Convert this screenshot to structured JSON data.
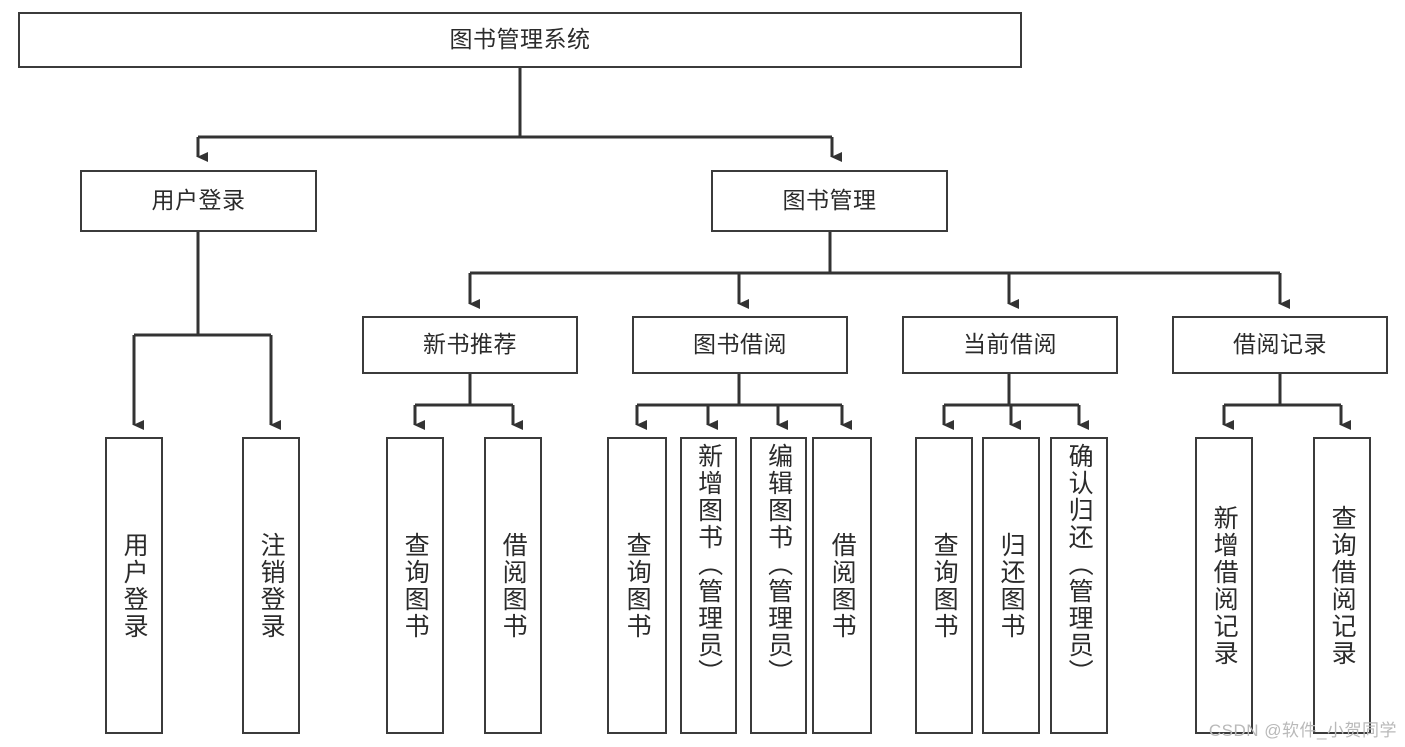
{
  "diagram": {
    "title": "图书管理系统",
    "type": "tree",
    "watermark": "CSDN @软件_小贺同学",
    "colors": {
      "background": "#ffffff",
      "node_border": "#3b3b3b",
      "node_fill": "#ffffff",
      "edge": "#333333",
      "text": "#2b2b2b",
      "watermark": "#b9b9b9"
    },
    "nodes": {
      "root": {
        "label": "图书管理系统"
      },
      "level2": [
        {
          "id": "user-login",
          "label": "用户登录"
        },
        {
          "id": "book-manage",
          "label": "图书管理"
        }
      ],
      "level3": [
        {
          "id": "new-book-recommend",
          "label": "新书推荐"
        },
        {
          "id": "book-borrow",
          "label": "图书借阅"
        },
        {
          "id": "current-borrow",
          "label": "当前借阅"
        },
        {
          "id": "borrow-record",
          "label": "借阅记录"
        }
      ],
      "leaves": {
        "user-login": [
          {
            "id": "leaf-user-login",
            "label": "用户登录"
          },
          {
            "id": "leaf-logout-login",
            "label": "注销登录"
          }
        ],
        "new-book-recommend": [
          {
            "id": "leaf-query-book-1",
            "label": "查询图书"
          },
          {
            "id": "leaf-borrow-book-1",
            "label": "借阅图书"
          }
        ],
        "book-borrow": [
          {
            "id": "leaf-query-book-2",
            "label": "查询图书"
          },
          {
            "id": "leaf-add-book",
            "label": "新增图书（管理员）"
          },
          {
            "id": "leaf-edit-book",
            "label": "编辑图书（管理员）"
          },
          {
            "id": "leaf-borrow-book-2",
            "label": "借阅图书"
          }
        ],
        "current-borrow": [
          {
            "id": "leaf-query-book-3",
            "label": "查询图书"
          },
          {
            "id": "leaf-return-book",
            "label": "归还图书"
          },
          {
            "id": "leaf-confirm-return",
            "label": "确认归还（管理员）"
          }
        ],
        "borrow-record": [
          {
            "id": "leaf-add-borrow-record",
            "label": "新增借阅记录"
          },
          {
            "id": "leaf-query-borrow-record",
            "label": "查询借阅记录"
          }
        ]
      }
    }
  }
}
